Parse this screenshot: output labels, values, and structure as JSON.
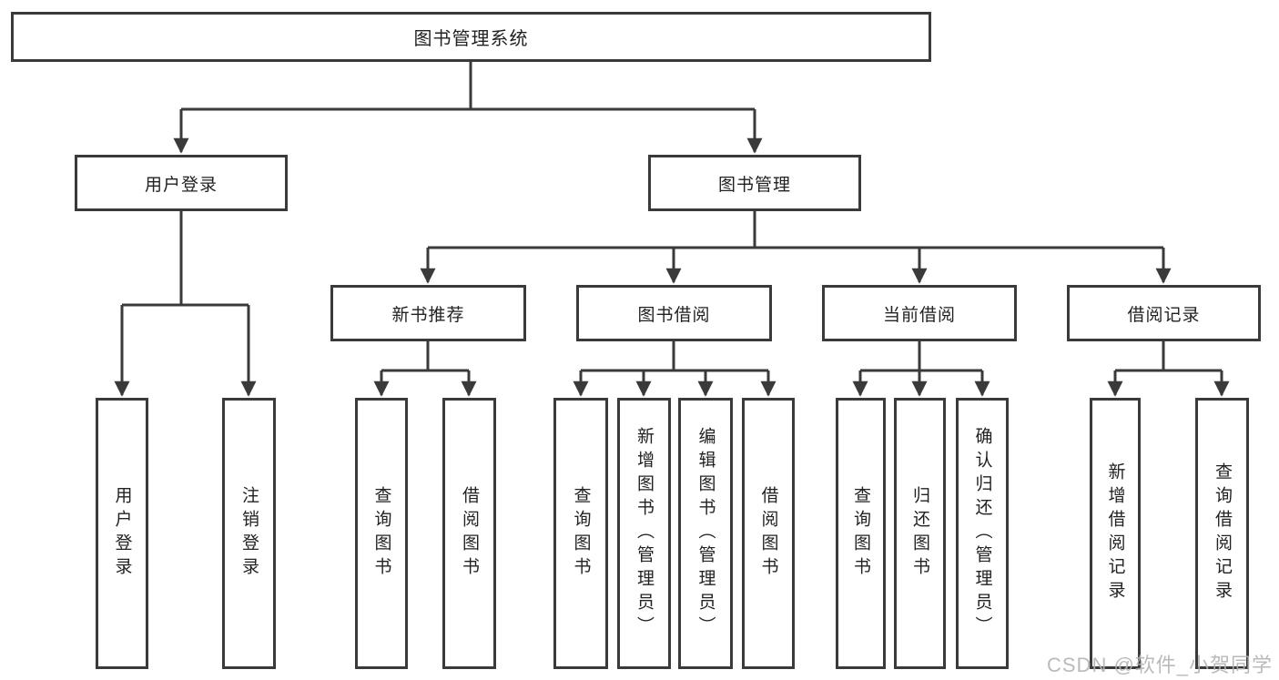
{
  "tree": {
    "root_label": "图书管理系统",
    "login": {
      "label": "用户登录",
      "children": [
        "用户登录",
        "注销登录"
      ]
    },
    "mgmt": {
      "label": "图书管理"
    },
    "groups": [
      {
        "label": "新书推荐",
        "children": [
          "查询图书",
          "借阅图书"
        ]
      },
      {
        "label": "图书借阅",
        "children": [
          "查询图书",
          "新增图书（管理员）",
          "编辑图书（管理员）",
          "借阅图书"
        ]
      },
      {
        "label": "当前借阅",
        "children": [
          "查询图书",
          "归还图书",
          "确认归还（管理员）"
        ]
      },
      {
        "label": "借阅记录",
        "children": [
          "新增借阅记录",
          "查询借阅记录"
        ]
      }
    ]
  },
  "watermark": {
    "text": "CSDN @软件_小贺同学"
  },
  "colors": {
    "line": "#3a3a3a",
    "box_border": "#3a3a3a",
    "text": "#222222",
    "watermark": "#b3b3b3",
    "background": "#ffffff"
  }
}
